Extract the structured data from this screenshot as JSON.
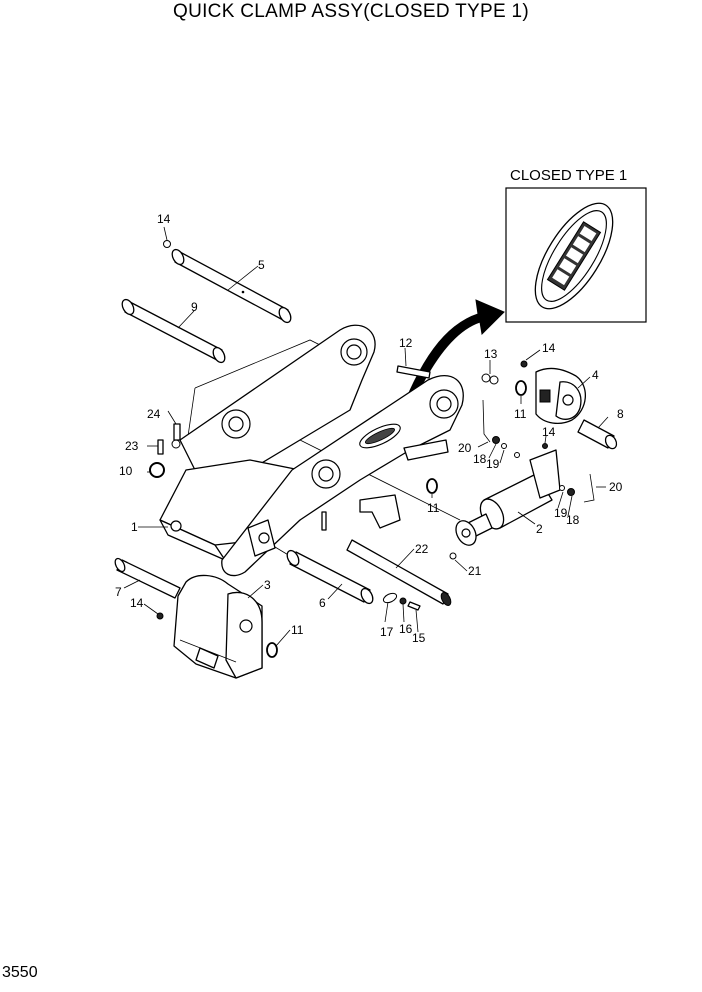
{
  "title": "QUICK CLAMP ASSY(CLOSED TYPE 1)",
  "page_number": "3550",
  "inset": {
    "title": "CLOSED TYPE 1"
  },
  "callouts": {
    "c1": "1",
    "c2": "2",
    "c3": "3",
    "c4": "4",
    "c5": "5",
    "c6": "6",
    "c7": "7",
    "c8": "8",
    "c9": "9",
    "c10": "10",
    "c11a": "11",
    "c11b": "11",
    "c11c": "11",
    "c12": "12",
    "c13": "13",
    "c14a": "14",
    "c14b": "14",
    "c14c": "14",
    "c14d": "14",
    "c15": "15",
    "c16": "16",
    "c17": "17",
    "c18a": "18",
    "c18b": "18",
    "c19a": "19",
    "c19b": "19",
    "c20a": "20",
    "c20b": "20",
    "c21": "21",
    "c22": "22",
    "c23": "23",
    "c24": "24"
  }
}
